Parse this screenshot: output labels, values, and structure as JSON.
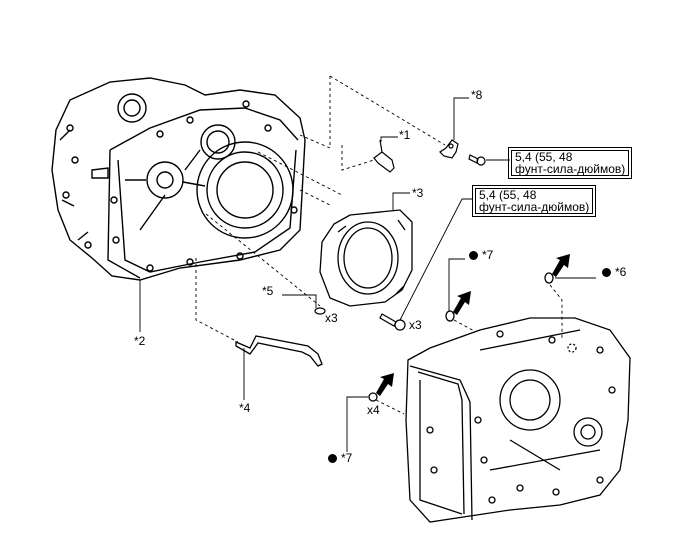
{
  "callouts": {
    "c1": "*1",
    "c2": "*2",
    "c3": "*3",
    "c4": "*4",
    "c5": "*5",
    "c6": "*6",
    "c7a": "*7",
    "c7b": "*7",
    "c8": "*8"
  },
  "quantities": {
    "bolts_x3": "x3",
    "plate_x3": "x3",
    "seal_x4": "x4"
  },
  "torque": {
    "top": {
      "value": "5,4 (55, 48",
      "unit": "фунт-сила-дюймов)"
    },
    "middle": {
      "value": "5,4 (55, 48",
      "unit": "фунт-сила-дюймов)"
    }
  },
  "colors": {
    "line": "#000000",
    "background": "#ffffff"
  }
}
